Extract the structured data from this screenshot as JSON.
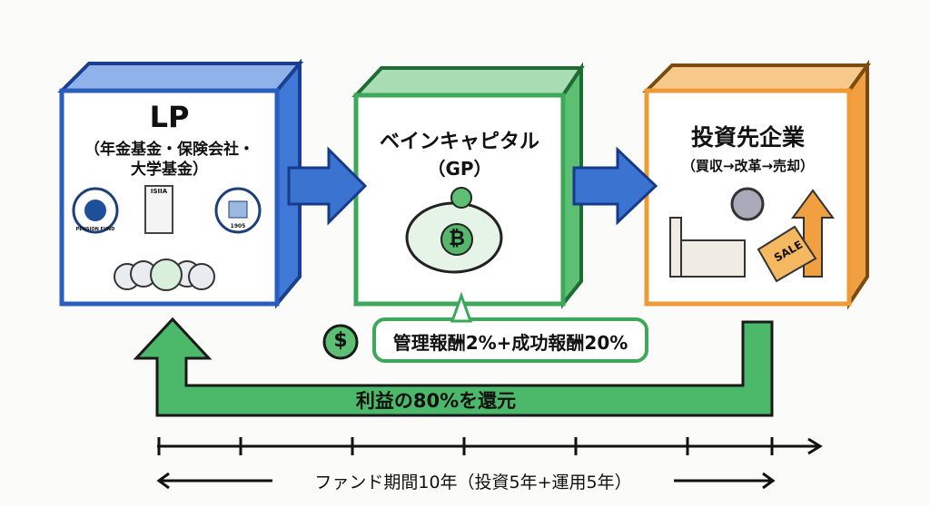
{
  "lp": {
    "title": "LP",
    "subtitle_line1": "（年金基金・保険会社・",
    "subtitle_line2": "大学基金）",
    "seal_text": "PENSION FUND",
    "building_sign": "ISIIA",
    "university_year": "1905"
  },
  "gp": {
    "title": "ベインキャピタル",
    "subtitle": "（GP）",
    "coin_symbol": "₿"
  },
  "portfolio": {
    "title": "投資先企業",
    "subtitle": "（買収→改革→売却）",
    "tag_text": "SALE"
  },
  "fees": {
    "label": "管理報酬2%+成功報酬20%",
    "icon_symbol": "$"
  },
  "return_flow": {
    "label": "利益の80%を還元"
  },
  "timeline": {
    "label": "ファンド期間10年（投資5年+運用5年）"
  },
  "colors": {
    "blue": "#3b73d1",
    "green": "#4cb86a",
    "orange": "#f0a040",
    "ink": "#1a1a1a"
  }
}
